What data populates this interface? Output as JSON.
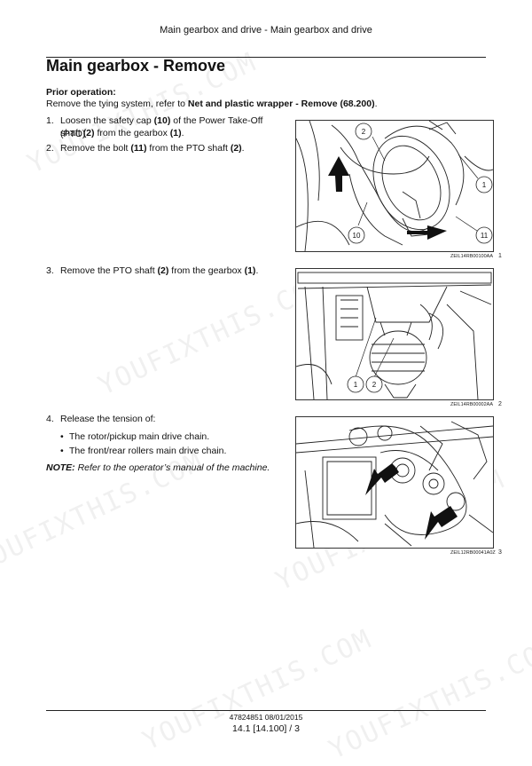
{
  "header": {
    "title": "Main gearbox and drive - Main gearbox and drive"
  },
  "section": {
    "title": "Main gearbox - Remove"
  },
  "prior_operation": {
    "label": "Prior operation:",
    "text_prefix": "Remove the tying system, refer to ",
    "link_text": "Net and plastic wrapper - Remove (68.200)",
    "text_suffix": "."
  },
  "steps": [
    {
      "num": "1.",
      "line1": [
        "Loosen the safety cap ",
        "(10)",
        " of the Power Take-Off (PTO)"
      ],
      "line2": [
        "shaft ",
        "(2)",
        " from the gearbox ",
        "(1)",
        "."
      ]
    },
    {
      "num": "2.",
      "line1": [
        "Remove the bolt ",
        "(11)",
        " from the PTO shaft ",
        "(2)",
        "."
      ]
    },
    {
      "num": "3.",
      "line1": [
        "Remove the PTO shaft ",
        "(2)",
        " from the gearbox ",
        "(1)",
        "."
      ]
    },
    {
      "num": "4.",
      "line1": [
        "Release the tension of:"
      ]
    }
  ],
  "bullets": [
    "The rotor/pickup main drive chain.",
    "The front/rear rollers main drive chain."
  ],
  "note": {
    "label": "NOTE:",
    "text": " Refer to the operator’s manual of the machine."
  },
  "figures": [
    {
      "code": "ZEIL14RB00100AA",
      "number": "1",
      "callouts": [
        "2",
        "1",
        "10",
        "11"
      ]
    },
    {
      "code": "ZEIL14RB00002AA",
      "number": "2",
      "callouts": [
        "1",
        "2"
      ]
    },
    {
      "code": "ZEIL12RB00041A0Z",
      "number": "3",
      "callouts": []
    }
  ],
  "footer": {
    "doc_code": "47824851 08/01/2015",
    "page": "14.1 [14.100] / 3"
  },
  "watermark": "YOUFIXTHIS.COM"
}
